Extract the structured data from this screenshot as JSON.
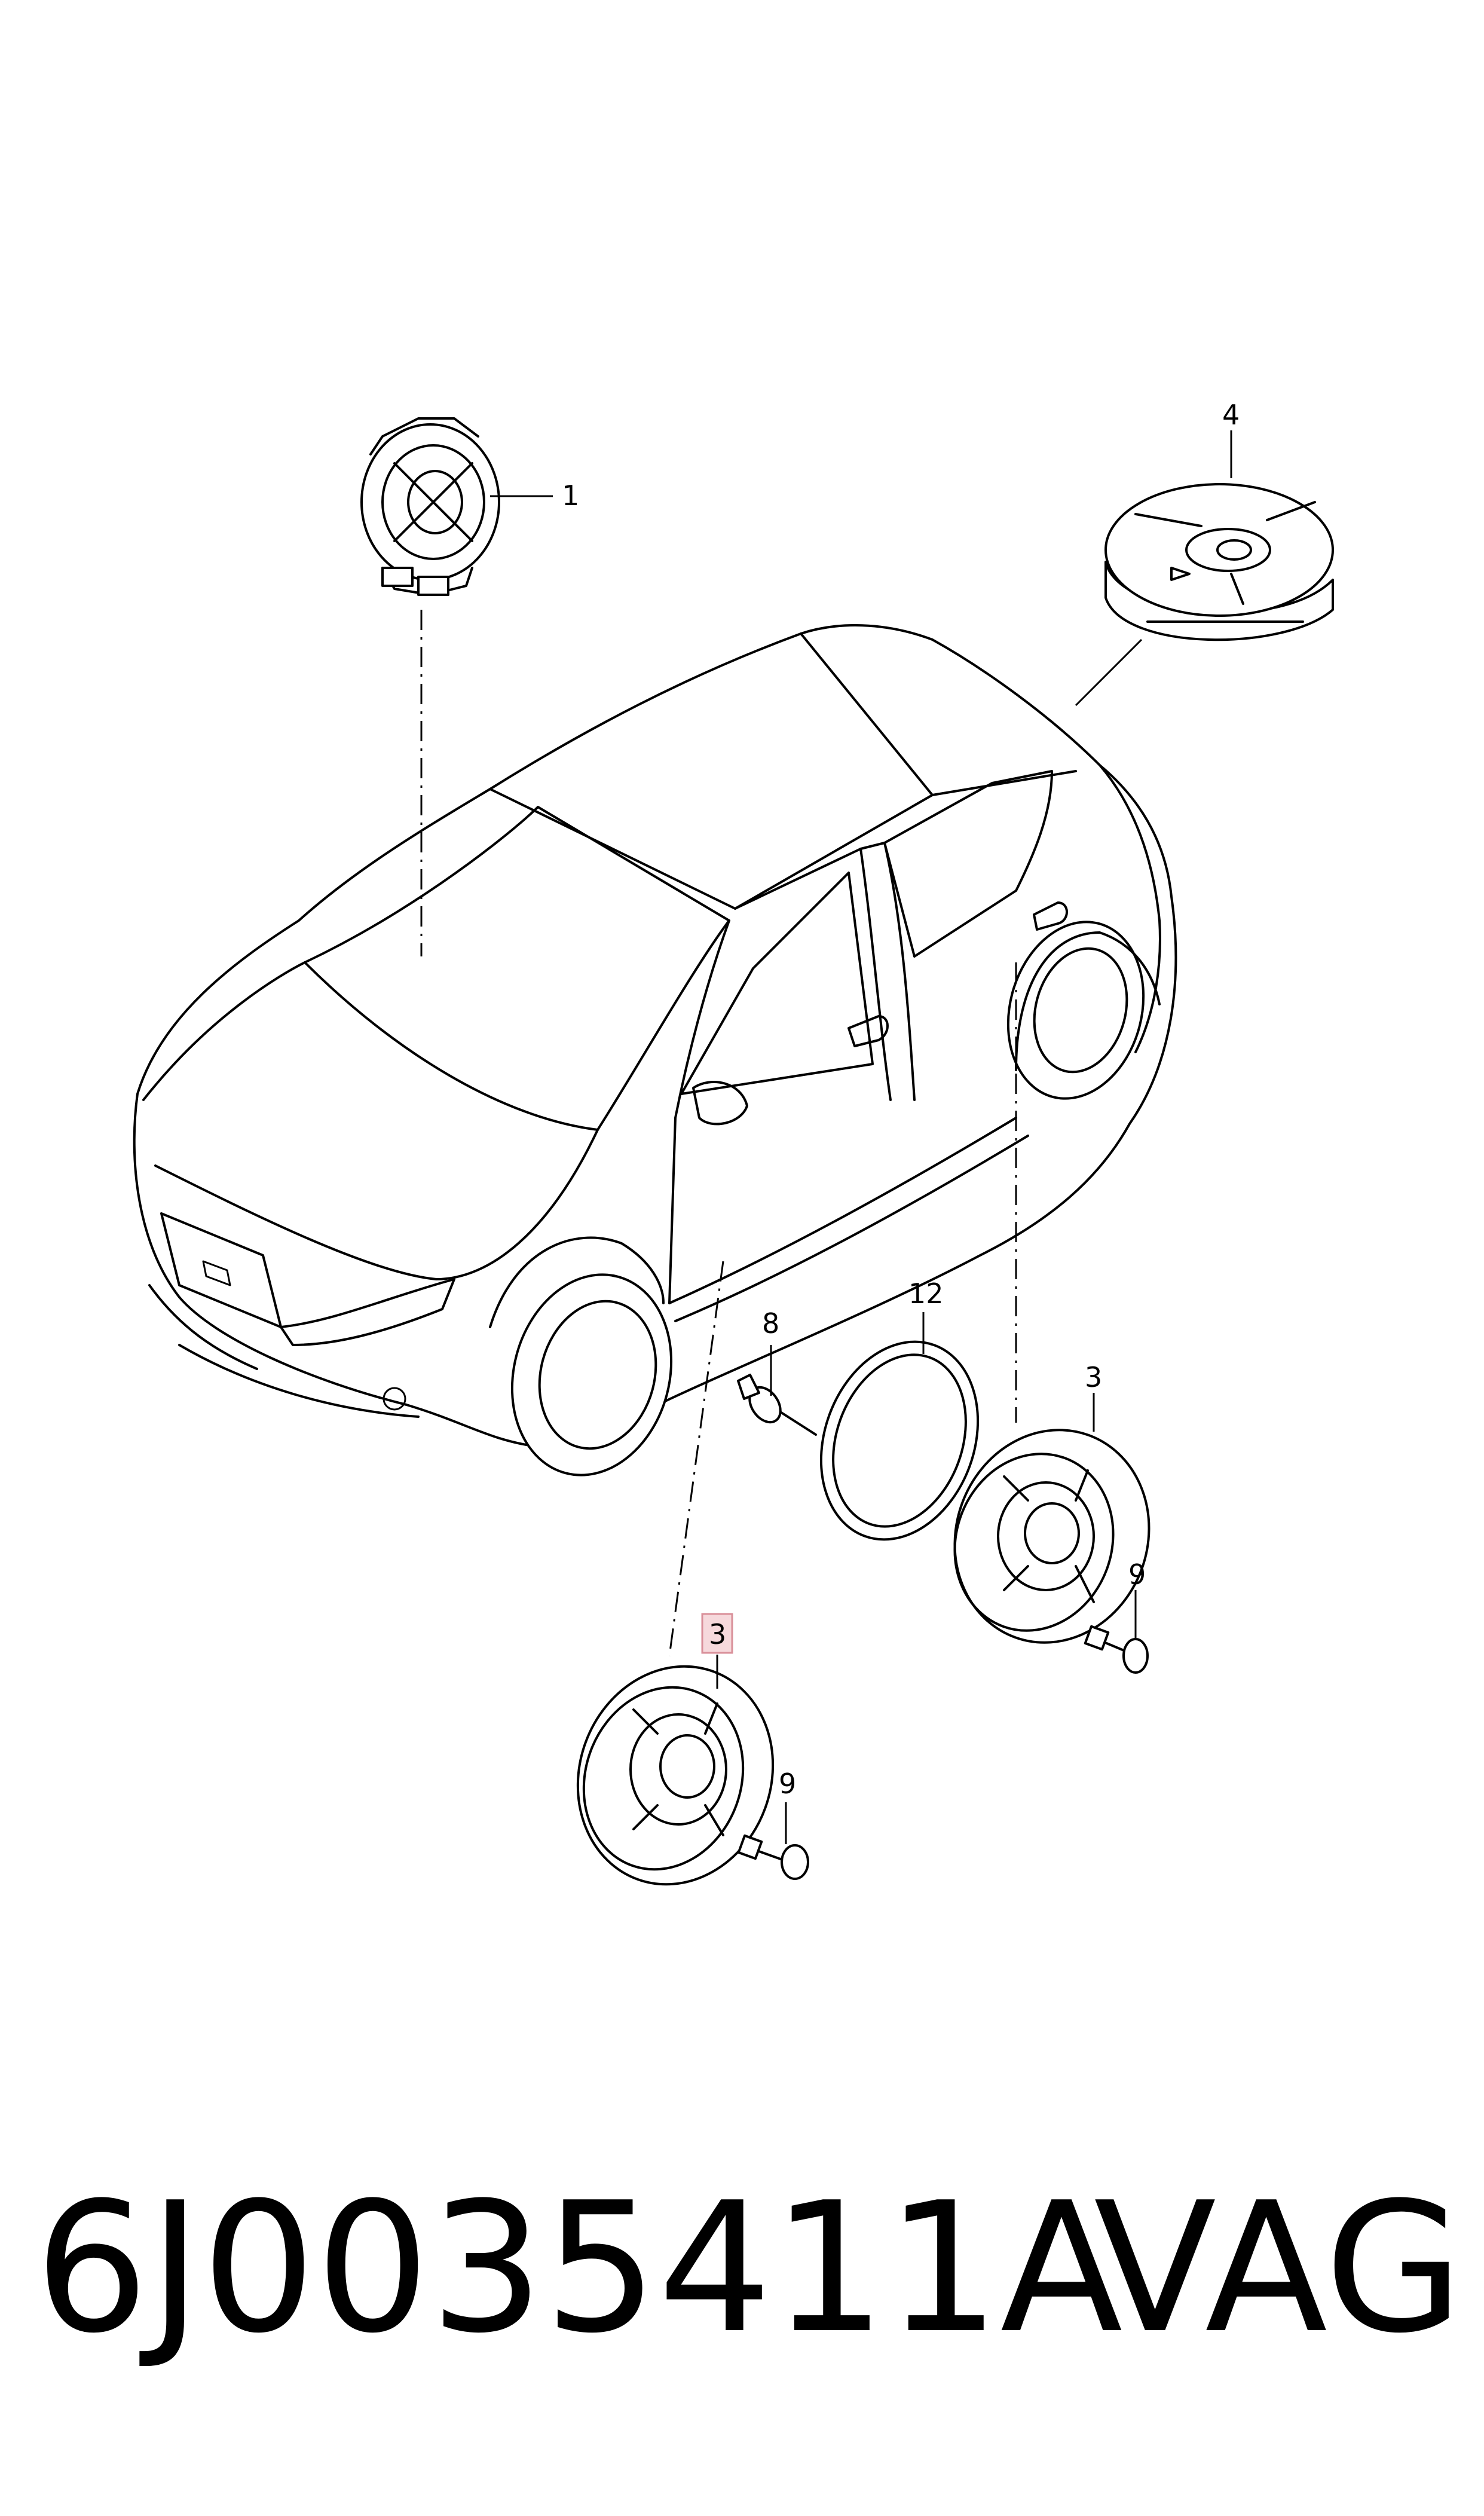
{
  "callouts": {
    "c1": "1",
    "c4": "4",
    "c8": "8",
    "c12": "12",
    "c3_right": "3",
    "c9_right": "9",
    "c3_highlight": "3",
    "c9_bottom": "9"
  },
  "highlight_color": "#f6d9dc",
  "footer": {
    "part_number": "6J0035411A",
    "brand": "VAG"
  }
}
